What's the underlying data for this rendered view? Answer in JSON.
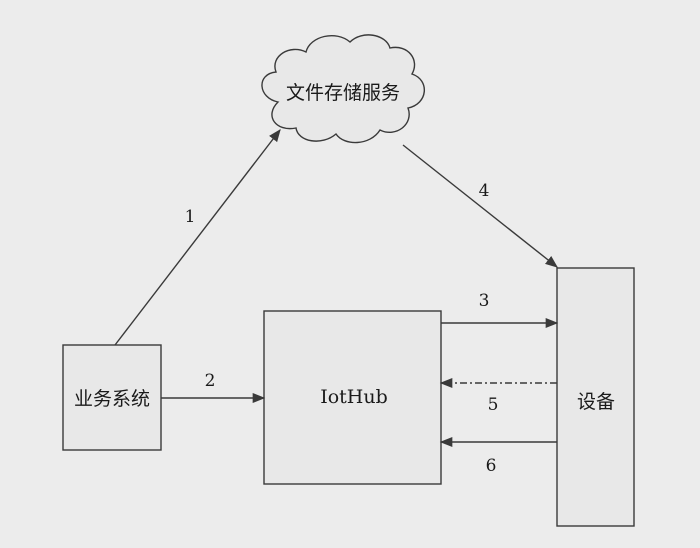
{
  "nodes": {
    "cloud": {
      "label": "文件存储服务"
    },
    "business": {
      "label": "业务系统"
    },
    "iothub": {
      "label": "IotHub"
    },
    "device": {
      "label": "设备"
    }
  },
  "edges": {
    "e1": {
      "label": "1"
    },
    "e2": {
      "label": "2"
    },
    "e3": {
      "label": "3"
    },
    "e4": {
      "label": "4"
    },
    "e5": {
      "label": "5"
    },
    "e6": {
      "label": "6"
    }
  },
  "colors": {
    "background": "#ececec",
    "stroke": "#3a3a3a",
    "fill": "#e8e8e8",
    "text": "#1a1a1a"
  }
}
